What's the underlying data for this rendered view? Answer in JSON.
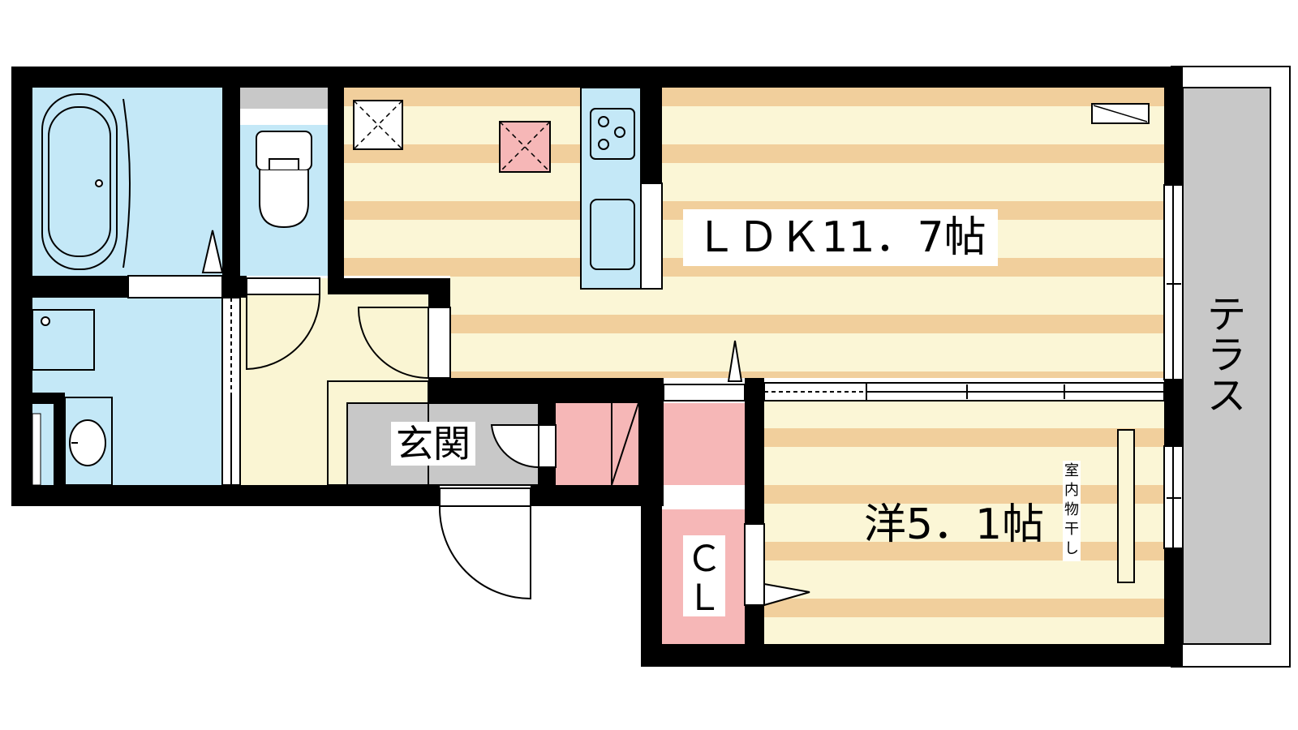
{
  "rooms": {
    "ldk": "ＬＤＫ11．7帖",
    "western": "洋5．1帖",
    "entrance": "玄関",
    "closet_c": "Ｃ",
    "closet_l": "Ｌ",
    "terrace": [
      "テ",
      "ラ",
      "ス"
    ],
    "indoor_drying": [
      "室",
      "内",
      "物",
      "干",
      "し"
    ]
  },
  "colors": {
    "wall": "#000000",
    "wet_area": "#c4e8f7",
    "floor_stripe_dark": "#f1cf9c",
    "floor_stripe_light": "#fbf6d6",
    "hall_floor": "#faf5d3",
    "entrance_floor": "#c8c8c8",
    "storage": "#f6b7b7",
    "terrace": "#c8c8c8",
    "fixture_gray": "#c8c8c8"
  }
}
